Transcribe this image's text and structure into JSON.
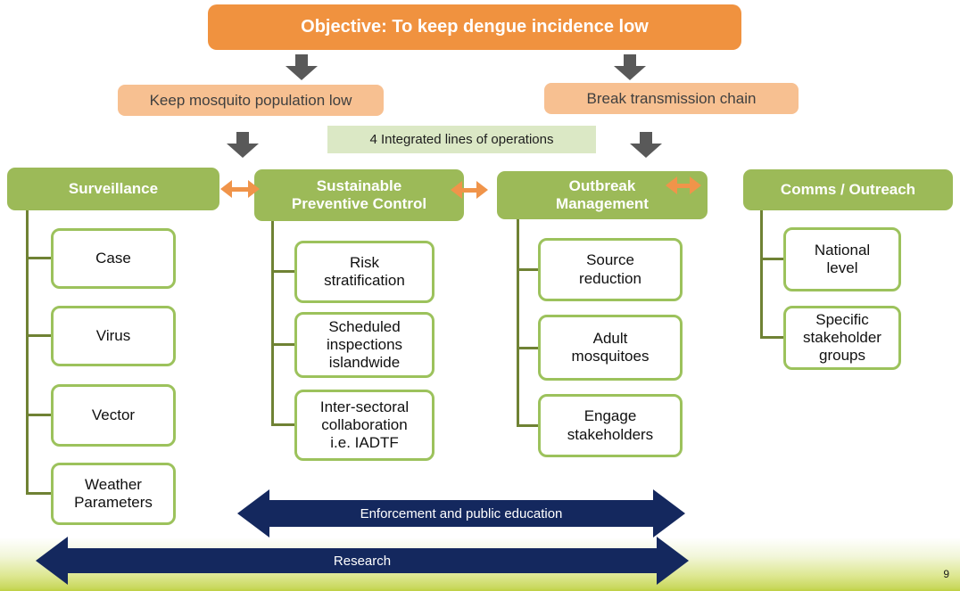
{
  "objective": {
    "label": "Objective: To keep dengue incidence low"
  },
  "goals": [
    {
      "label": "Keep mosquito population low"
    },
    {
      "label": "Break transmission chain"
    }
  ],
  "operations_label": "4 Integrated lines of operations",
  "pillars": [
    {
      "title": "Surveillance",
      "items": [
        "Case",
        "Virus",
        "Vector",
        "Weather Parameters"
      ]
    },
    {
      "title": "Sustainable Preventive Control",
      "items": [
        "Risk stratification",
        "Scheduled inspections islandwide",
        "Inter-sectoral collaboration i.e. IADTF"
      ]
    },
    {
      "title": "Outbreak Management",
      "items": [
        "Source reduction",
        "Adult mosquitoes",
        "Engage stakeholders"
      ]
    },
    {
      "title": "Comms / Outreach",
      "items": [
        "National level",
        "Specific stakeholder groups"
      ]
    }
  ],
  "cross_cutting": [
    {
      "label": "Enforcement and public education"
    },
    {
      "label": "Research"
    }
  ],
  "page": {
    "number": "9"
  },
  "colors": {
    "objective_orange": "#F0923F",
    "goal_light_orange": "#F7C091",
    "ops_light_green": "#DBE8C5",
    "pillar_green": "#9CBA58",
    "item_border_green": "#9CC25C",
    "connector_olive": "#6F8234",
    "arrow_gray": "#595959",
    "double_arrow_orange": "#F0944A",
    "navy": "#14285E",
    "footer_gradient_green": "#BED043"
  }
}
